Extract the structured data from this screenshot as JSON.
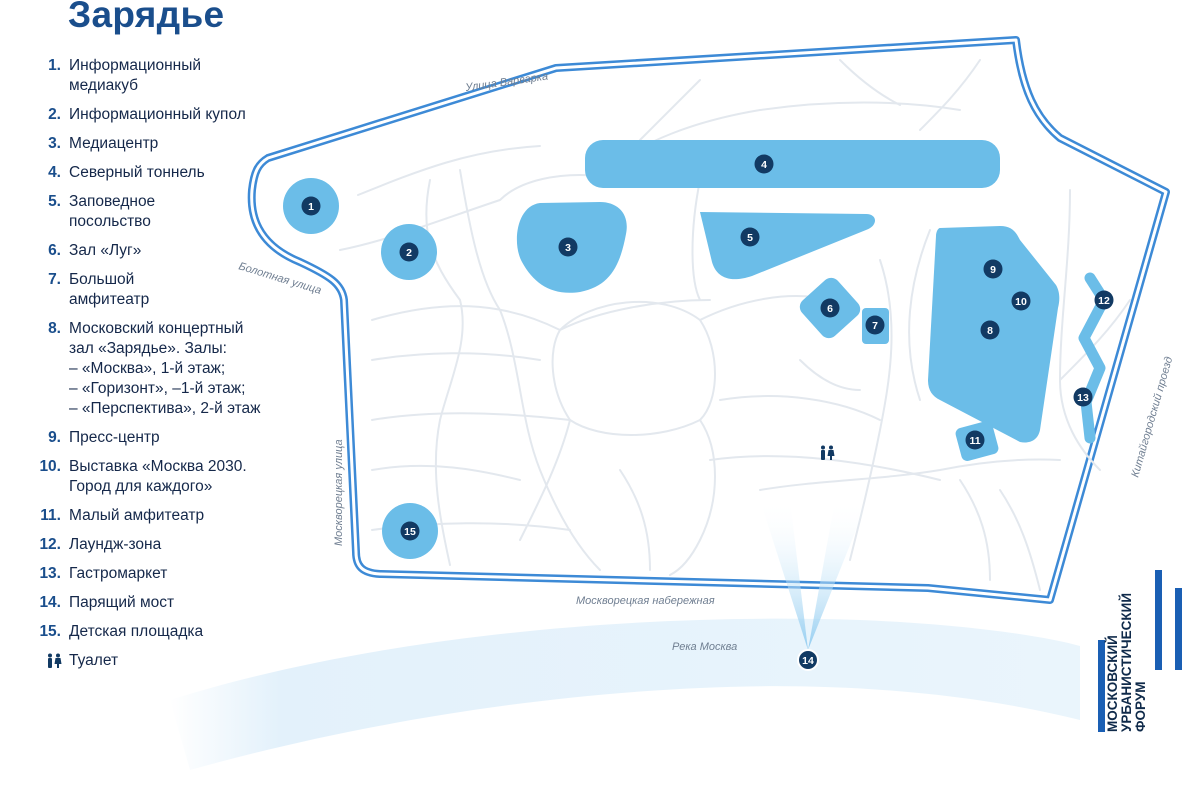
{
  "title": "Зарядье",
  "legend": [
    {
      "num": "1.",
      "lines": [
        "Информационный",
        "медиакуб"
      ]
    },
    {
      "num": "2.",
      "lines": [
        "Информационный купол"
      ]
    },
    {
      "num": "3.",
      "lines": [
        "Медиацентр"
      ]
    },
    {
      "num": "4.",
      "lines": [
        "Северный тоннель"
      ]
    },
    {
      "num": "5.",
      "lines": [
        "Заповедное",
        "посольство"
      ]
    },
    {
      "num": "6.",
      "lines": [
        "Зал «Луг»"
      ]
    },
    {
      "num": "7.",
      "lines": [
        "Большой",
        "амфитеатр"
      ]
    },
    {
      "num": "8.",
      "lines": [
        "Московский концертный",
        "зал «Зарядье». Залы:",
        "– «Москва», 1-й этаж;",
        "– «Горизонт», –1-й этаж;",
        "– «Перспектива», 2-й этаж"
      ]
    },
    {
      "num": "9.",
      "lines": [
        "Пресс-центр"
      ]
    },
    {
      "num": "10.",
      "lines": [
        "Выставка «Москва 2030.",
        "Город для каждого»"
      ]
    },
    {
      "num": "11.",
      "lines": [
        "Малый амфитеатр"
      ]
    },
    {
      "num": "12.",
      "lines": [
        "Лаундж-зона"
      ]
    },
    {
      "num": "13.",
      "lines": [
        "Гастромаркет"
      ]
    },
    {
      "num": "14.",
      "lines": [
        "Парящий мост"
      ]
    },
    {
      "num": "15.",
      "lines": [
        "Детская площадка"
      ]
    }
  ],
  "toilet_label": "Туалет",
  "street_labels": {
    "varvarka": "Улица Варварка",
    "bolotnaya": "Болотная улица",
    "moskvoretskaya": "Москворецкая улица",
    "naberezhnaya": "Москворецкая набережная",
    "kitaigorodsky": "Китайгородский проезд",
    "river": "Река Москва"
  },
  "markers": [
    "1",
    "2",
    "3",
    "4",
    "5",
    "6",
    "7",
    "8",
    "9",
    "10",
    "11",
    "12",
    "13",
    "14",
    "15"
  ],
  "brand": "МОСКОВСКИЙ\nУРБАНИСТИЧЕСКИЙ\nФОРУМ",
  "icons": {
    "toilet": "toilet-icon",
    "logo": "forum-logo-icon"
  },
  "colors": {
    "title": "#1a4e8c",
    "marker": "#123a63",
    "zone": "#6bbde8",
    "boundary": "#3d8ad6",
    "paths": "#e3e8ee",
    "river": "#e3f1fb"
  }
}
